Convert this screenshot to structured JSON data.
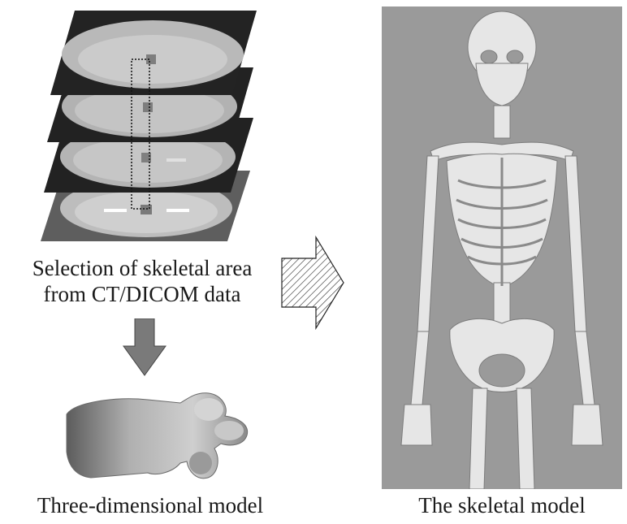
{
  "left_panel": {
    "caption_line1": "Selection of skeletal area",
    "caption_line2": "from CT/DICOM data",
    "model_caption": "Three-dimensional model"
  },
  "right_panel": {
    "caption": "The skeletal model"
  },
  "colors": {
    "slice_dark": "#232323",
    "slice_body": "#b9b9b9",
    "down_arrow": "#7a7a7a",
    "skeleton_bg": "#9a9a9a",
    "bone": "#e6e6e6"
  },
  "icons": [
    "ct-slice-stack",
    "down-arrow-icon",
    "hatched-right-arrow-icon",
    "vertebra-model",
    "skeleton-model"
  ]
}
